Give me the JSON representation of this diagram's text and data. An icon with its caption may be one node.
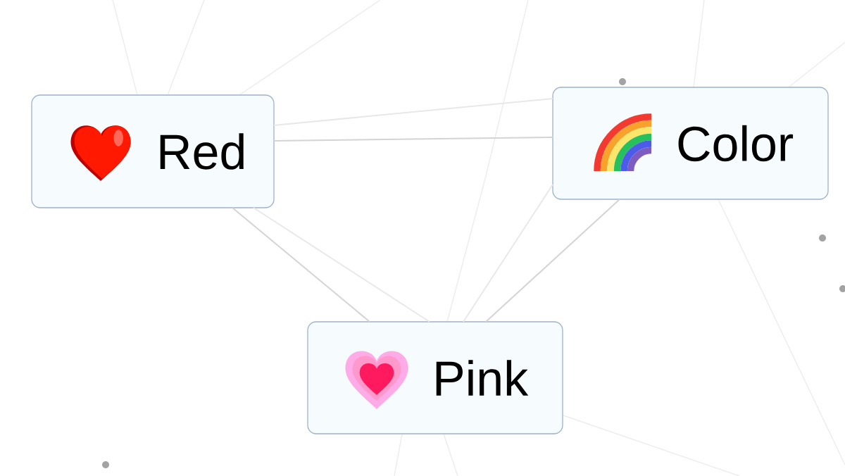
{
  "diagram": {
    "nodes": [
      {
        "text": [
          "Red"
        ]
      },
      {
        "text": [
          "Color"
        ]
      },
      {
        "text": [
          "Pink"
        ]
      }
    ],
    "edges": [
      {
        "from": 0,
        "to": 1,
        "arrow": "none"
      },
      {
        "from": 0,
        "to": 1,
        "arrow": "none",
        "color": "#e8e8e8"
      },
      {
        "from": 0,
        "to": 2,
        "arrow": "none"
      },
      {
        "from": 0,
        "to": 2,
        "arrow": "none",
        "color": "#e8e8e8"
      },
      {
        "from": 1,
        "to": 2,
        "arrow": "none"
      },
      {
        "from": 1,
        "to": 2,
        "arrow": "none",
        "color": "#e8e8e8"
      }
    ]
  }
}
